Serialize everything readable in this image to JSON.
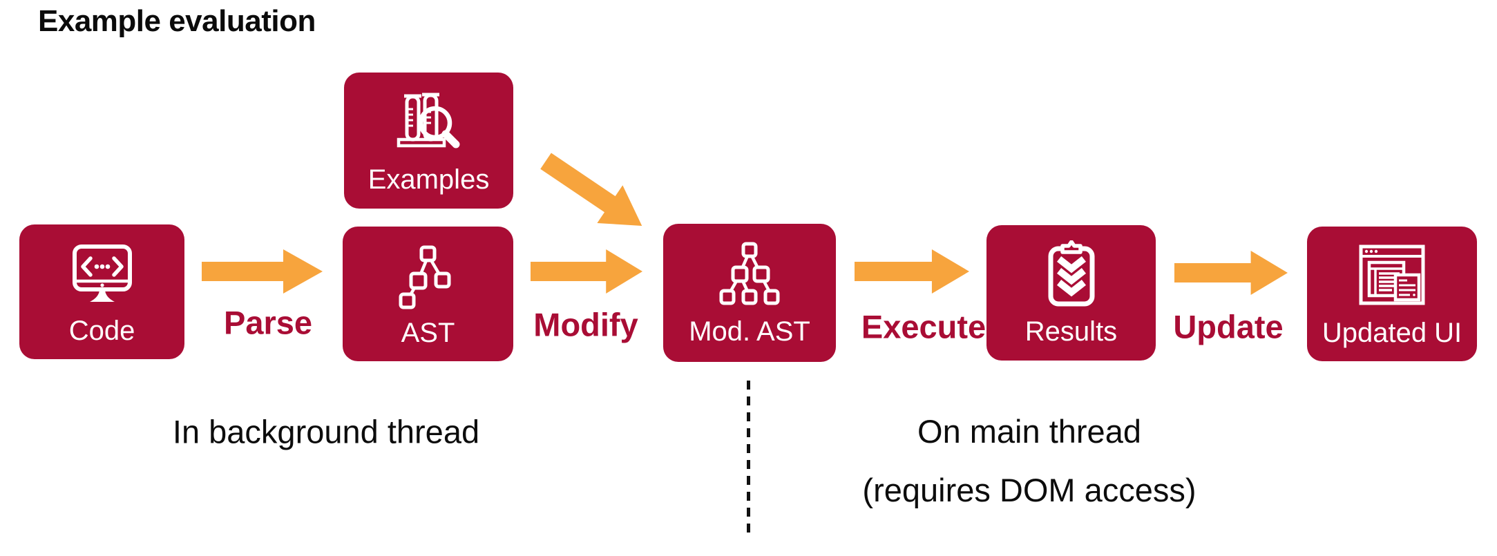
{
  "title": "Example evaluation",
  "colors": {
    "node_fill": "#A90D35",
    "arrow_orange": "#F7A43D",
    "step_label": "#A90D35",
    "node_label": "#ffffff",
    "text": "#0c0c0c"
  },
  "nodes": [
    {
      "id": "code",
      "label": "Code",
      "icon": "monitor-code-icon"
    },
    {
      "id": "examples",
      "label": "Examples",
      "icon": "test-tubes-magnifier-icon"
    },
    {
      "id": "ast",
      "label": "AST",
      "icon": "syntax-tree-icon"
    },
    {
      "id": "mod-ast",
      "label": "Mod. AST",
      "icon": "modified-syntax-tree-icon"
    },
    {
      "id": "results",
      "label": "Results",
      "icon": "clipboard-checks-icon"
    },
    {
      "id": "updated-ui",
      "label": "Updated UI",
      "icon": "browser-window-icon"
    }
  ],
  "steps": [
    {
      "label": "Parse"
    },
    {
      "label": "Modify"
    },
    {
      "label": "Execute"
    },
    {
      "label": "Update"
    }
  ],
  "threads": {
    "background": "In background thread",
    "main_line1": "On main thread",
    "main_line2": "(requires DOM access)"
  }
}
